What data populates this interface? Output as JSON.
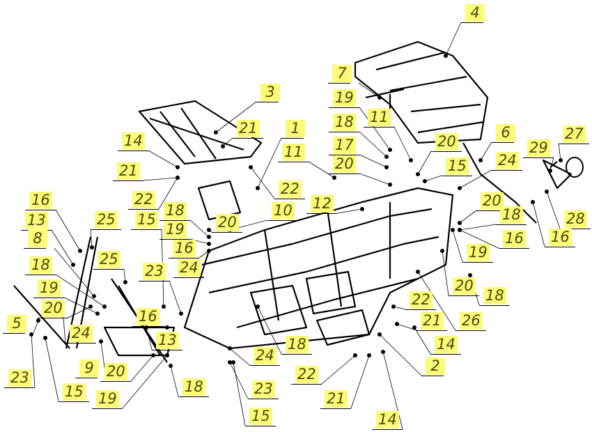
{
  "diagram": {
    "title": "Frame assembly exploded view",
    "callouts": [
      "4",
      "7",
      "3",
      "19",
      "11",
      "21",
      "1",
      "18",
      "6",
      "29",
      "27",
      "14",
      "17",
      "20",
      "11",
      "24",
      "15",
      "20",
      "21",
      "22",
      "22",
      "12",
      "10",
      "20",
      "18",
      "16",
      "25",
      "18",
      "20",
      "28",
      "16",
      "16",
      "13",
      "15",
      "19",
      "8",
      "16",
      "25",
      "19",
      "18",
      "23",
      "24",
      "20",
      "18",
      "19",
      "20",
      "16",
      "22",
      "5",
      "26",
      "24",
      "13",
      "21",
      "14",
      "18",
      "24",
      "9",
      "20",
      "2",
      "23",
      "22",
      "15",
      "23",
      "18",
      "19",
      "21",
      "15",
      "14"
    ]
  }
}
